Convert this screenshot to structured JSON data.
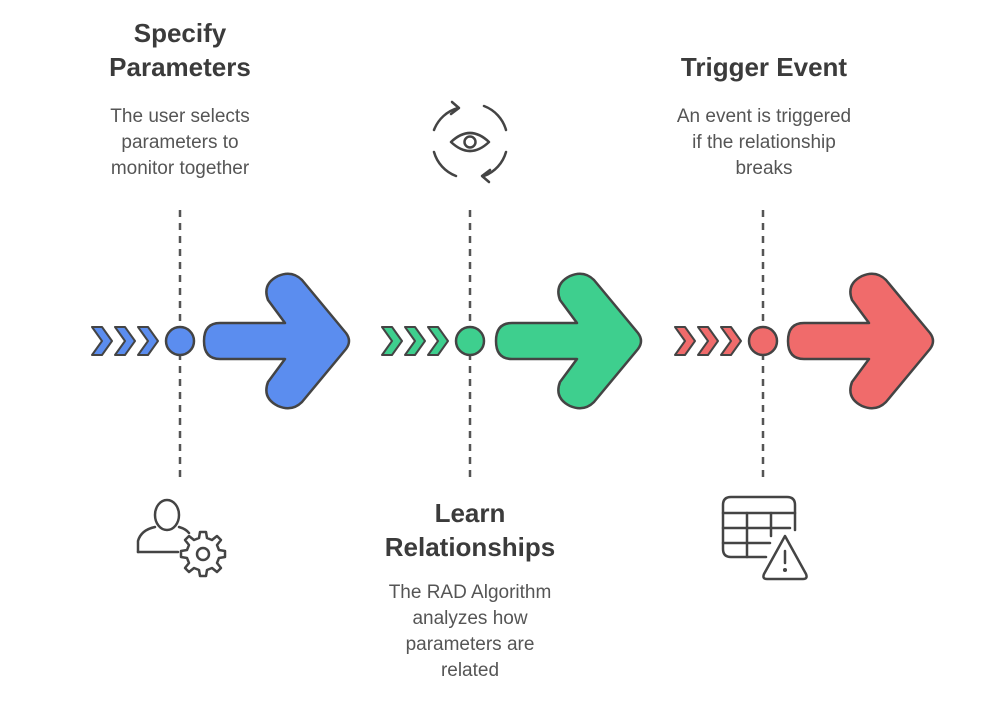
{
  "steps": [
    {
      "title": "Specify\nParameters",
      "description": "The user selects\nparameters to\nmonitor together",
      "icon": "user-gear-icon",
      "color": "#5b8def"
    },
    {
      "title": "Learn\nRelationships",
      "description": "The RAD Algorithm\nanalyzes how\nparameters are\nrelated",
      "icon": "eye-cycle-icon",
      "color": "#3ecf8e"
    },
    {
      "title": "Trigger Event",
      "description": "An event is triggered\nif the relationship\nbreaks",
      "icon": "table-warning-icon",
      "color": "#f06b6b"
    }
  ]
}
